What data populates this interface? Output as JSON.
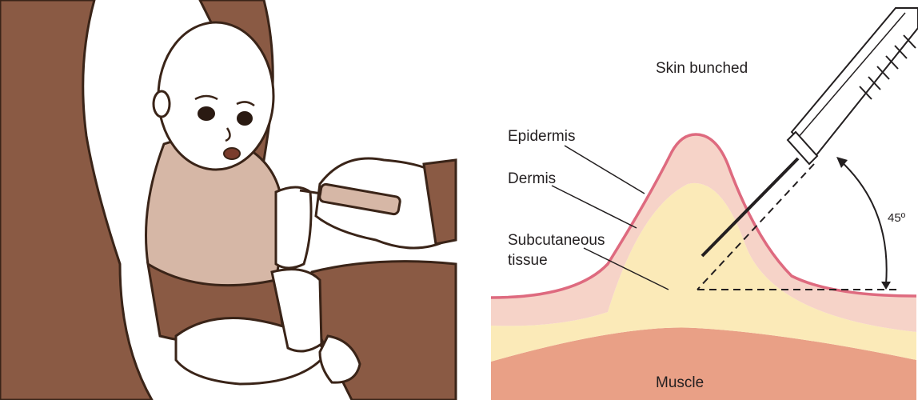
{
  "illustration": {
    "description_icon": "baby-vaccination-illustration"
  },
  "diagram": {
    "heading": "Skin bunched",
    "labels": {
      "epidermis": "Epidermis",
      "dermis": "Dermis",
      "subcutaneous_line1": "Subcutaneous",
      "subcutaneous_line2": "tissue",
      "muscle": "Muscle",
      "angle": "45º"
    },
    "angle_degrees": 45,
    "colors": {
      "epidermis_line": "#de6a7f",
      "dermis_fill": "#f6d3c8",
      "subcutaneous_fill": "#fbeab8",
      "muscle_fill": "#e9a086",
      "illustration_brown": "#8a5a44",
      "illustration_light": "#d6b7a6"
    }
  }
}
